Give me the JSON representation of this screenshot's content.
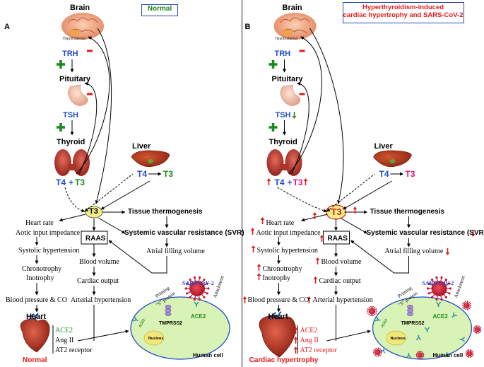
{
  "panels": {
    "A": {
      "letter": "A",
      "status": "Normal",
      "brain": "Brain",
      "hypothalamus": "Hypothalamus",
      "trh": "TRH",
      "pituitary": "Pituitary",
      "tsh": "TSH",
      "thyroid": "Thyroid",
      "t4": "T4",
      "plus": "+",
      "t3": "T3",
      "liver": "Liver",
      "liver_t4": "T4",
      "liver_t3": "T3",
      "t3_node": "T3",
      "tissue_thermogenesis": "Tissue thermogenesis",
      "svr": "Systemic vascular resistance (SVR)",
      "raas": "RAAS",
      "atrial_filling": "Atrial filling volume",
      "blood_volume": "Blood volume",
      "cardiac_output": "Cardiac output",
      "arterial_hypertension": "Arterial hypertension",
      "heart_rate": "Heart rate",
      "aortic_impedance": "Aotic input impedance",
      "systolic_hypertension": "Systolic hypertension",
      "chronotrophy": "Chronotrophy",
      "inotrophy": "Inotrophy",
      "bp_co": "Blood pressure & CO",
      "heart": "Heart",
      "ace2_list": "ACE2",
      "ang2": "Ang II",
      "at2": "AT2 receptor",
      "caption": "Normal",
      "sars": "SARS-CoV-2",
      "priming": "Priming",
      "s_protein": "\"S\" protein",
      "attachment": "Attachment",
      "tmprss2": "TMPRSS2",
      "ace2_cell": "ACE2",
      "ace2_small": "ACE2",
      "nucleus": "Nucleus",
      "human_cell": "Human cell"
    },
    "B": {
      "letter": "B",
      "title_line1": "Hyperthyroidism-induced",
      "title_line2": "cardiac hypertrophy and SARS-CoV-2",
      "brain": "Brain",
      "hypothalamus": "Hypothalamus",
      "trh": "TRH",
      "pituitary": "Pituitary",
      "tsh": "TSH",
      "thyroid": "Thyroid",
      "t4": "T4",
      "plus": "+",
      "t3": "T3",
      "liver": "Liver",
      "liver_t4": "T4",
      "liver_t3": "T3",
      "t3_node": "T3",
      "tissue_thermogenesis": "Tissue thermogenesis",
      "svr": "Systemic vascular resistance (SVR)",
      "raas": "RAAS",
      "atrial_filling": "Atrial filling volume",
      "blood_volume": "Blood volume",
      "cardiac_output": "Cardiac output",
      "arterial_hypertension": "Arterial hypertension",
      "heart_rate": "Heart rate",
      "aortic_impedance": "Aotic input impedance",
      "systolic_hypertension": "Systolic hypertension",
      "chronotrophy": "Chronotrophy",
      "inotrophy": "Inotrophy",
      "bp_co": "Blood pressure & CO",
      "heart": "Heart",
      "ace2_list": "ACE2",
      "ang2": "Ang II",
      "at2": "AT2 receptor",
      "caption": "Cardiac hypertrophy",
      "sars": "SARS-CoV-2",
      "priming": "Priming",
      "s_protein": "\"S\" protein",
      "attachment": "Attachment",
      "tmprss2": "TMPRSS2",
      "ace2_cell": "ACE2",
      "ace2_small": "ACE2",
      "nucleus": "Nucleus",
      "human_cell": "Human cell"
    }
  },
  "colors": {
    "blue": "#1f4bd1",
    "green": "#1e8a1e",
    "red": "#e41a1a",
    "magenta": "#e0147a",
    "cell_fill": "#d8f3b5",
    "cell_stroke": "#1f4bd1",
    "virus": "#c8102e",
    "t3_node": "#f2ef86"
  }
}
